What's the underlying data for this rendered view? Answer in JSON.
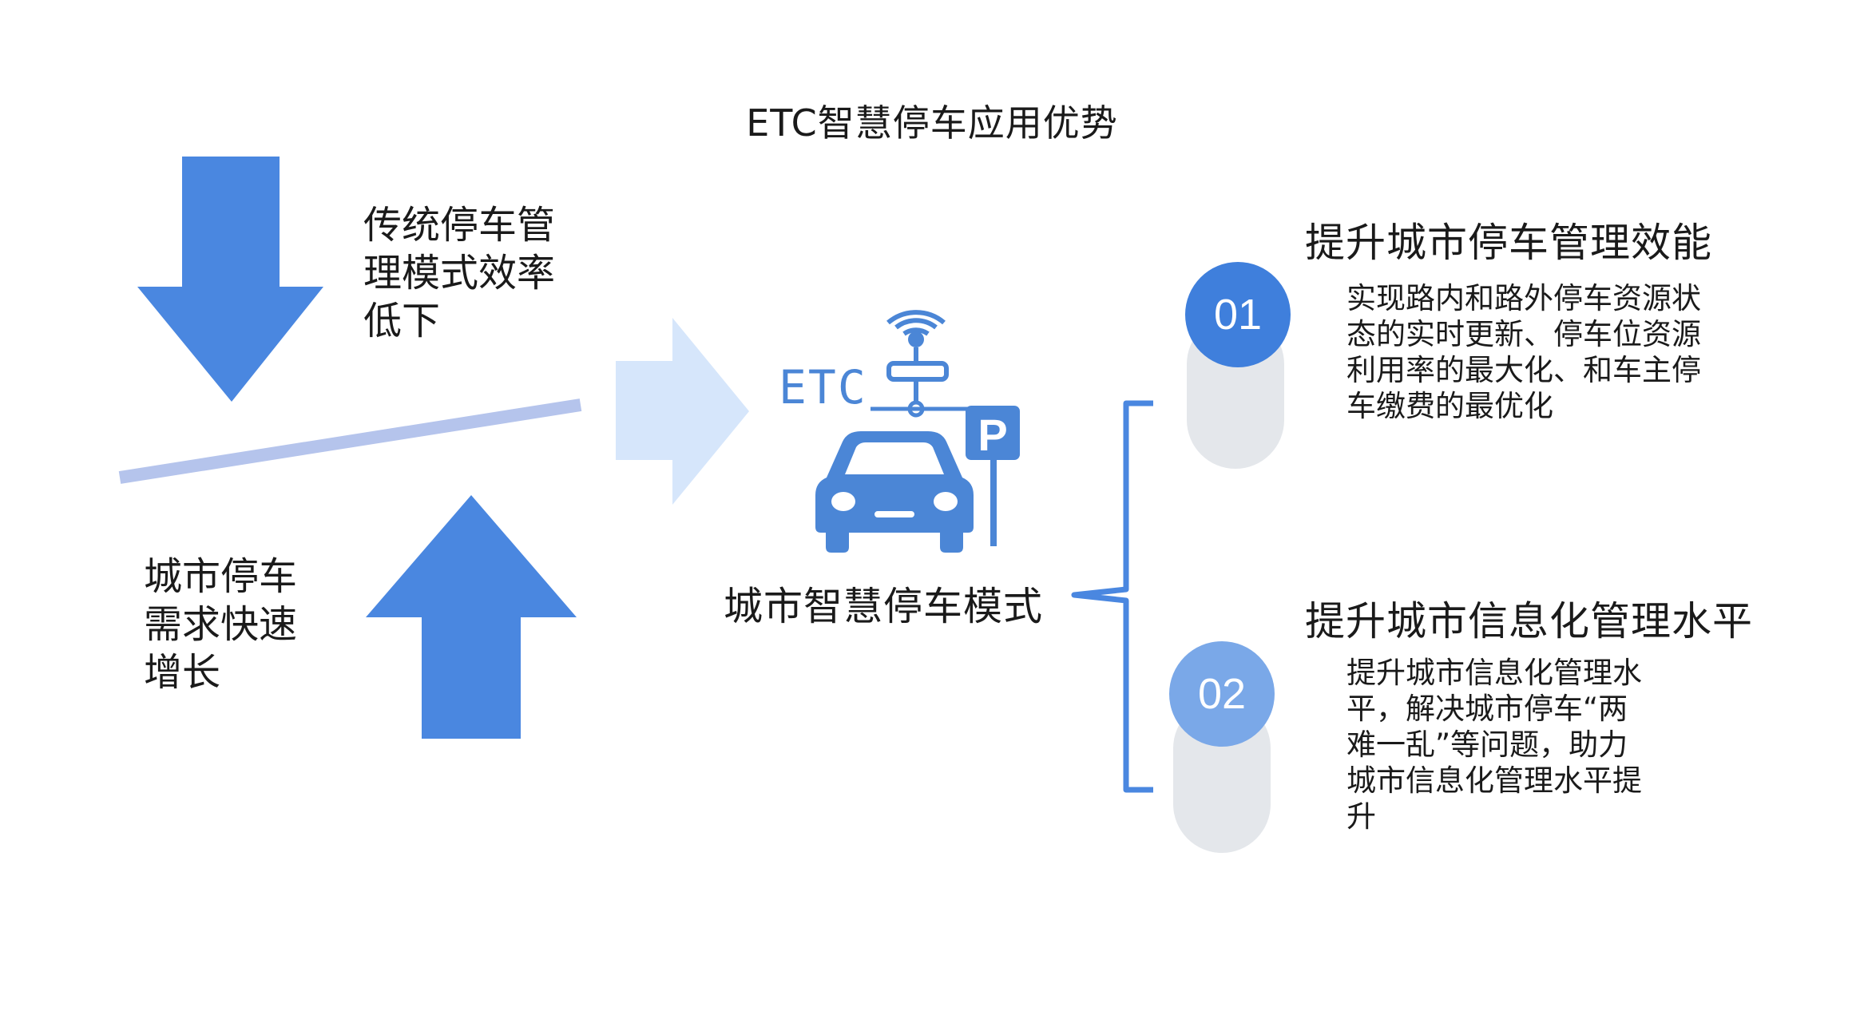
{
  "title": "ETC智慧停车应用优势",
  "left": {
    "top_text": "传统停车管理模式效率低下",
    "bottom_text": "城市停车需求快速增长"
  },
  "center": {
    "icon_label": "ETC",
    "label": "城市智慧停车模式"
  },
  "benefits": [
    {
      "number": "01",
      "heading": "提升城市停车管理效能",
      "description": "实现路内和路外停车资源状态的实时更新、停车位资源利用率的最大化、和车主停车缴费的最优化"
    },
    {
      "number": "02",
      "heading": "提升城市信息化管理水平",
      "description": "提升城市信息化管理水平，解决城市停车“两难一乱”等问题，助力城市信息化管理水平提升"
    }
  ],
  "colors": {
    "arrow_blue": "#4a87e0",
    "balance_bar": "#b5c4ec",
    "light_arrow": "#d6e6fb",
    "icon_blue": "#4b86d6",
    "circle_01": "#3f7fdc",
    "circle_02": "#7aa8e8",
    "pill_gray": "#e4e7eb",
    "brace_blue": "#4a87e0"
  },
  "icons": [
    "down-arrow",
    "up-arrow",
    "right-arrow",
    "car-icon",
    "parking-sign-icon",
    "antenna-icon"
  ]
}
